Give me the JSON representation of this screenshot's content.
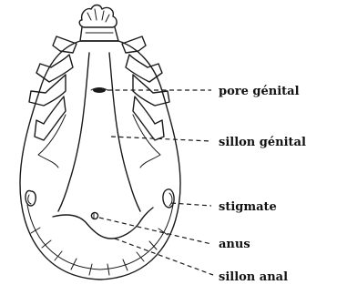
{
  "labels": {
    "pore_genital": "pore génital",
    "sillon_genital": "sillon génital",
    "stigmate": "stigmate",
    "anus": "anus",
    "sillon_anal": "sillon anal"
  }
}
